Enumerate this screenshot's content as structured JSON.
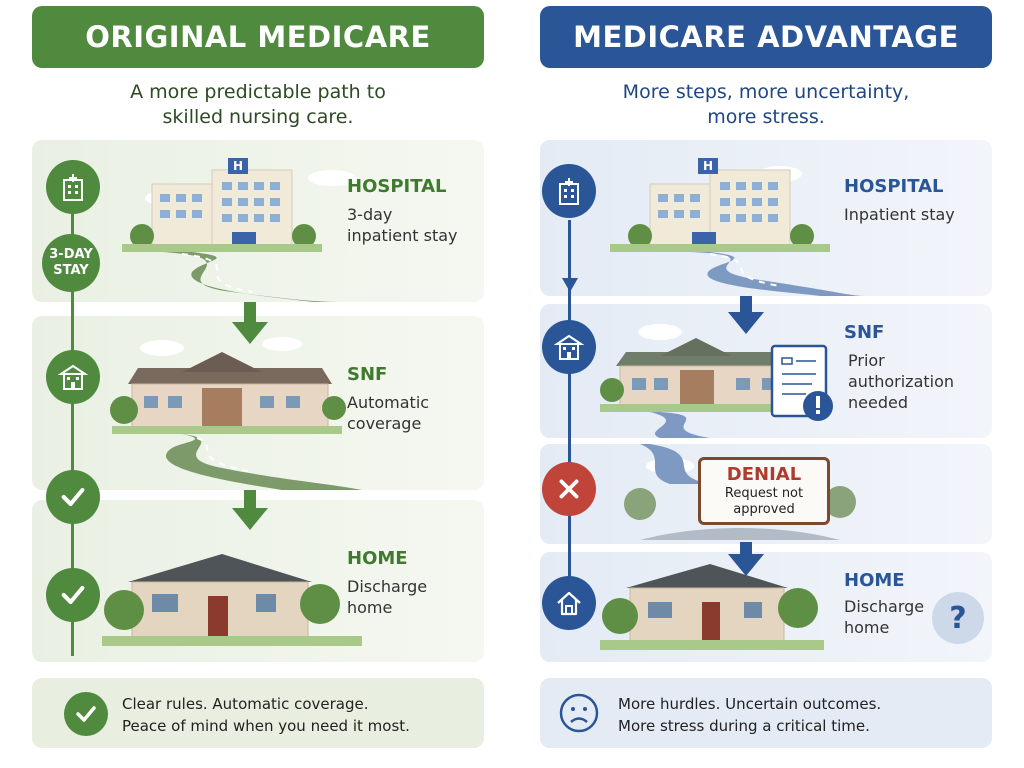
{
  "original": {
    "title": "ORIGINAL MEDICARE",
    "subtitle_line1": "A more predictable path to",
    "subtitle_line2": "skilled nursing care.",
    "stay_badge_line1": "3-DAY",
    "stay_badge_line2": "STAY",
    "steps": [
      {
        "title": "HOSPITAL",
        "desc_line1": "3-day",
        "desc_line2": "inpatient stay"
      },
      {
        "title": "SNF",
        "desc_line1": "Automatic",
        "desc_line2": "coverage"
      },
      {
        "title": "HOME",
        "desc_line1": "Discharge",
        "desc_line2": "home"
      }
    ],
    "footer_line1": "Clear rules. Automatic coverage.",
    "footer_line2": "Peace of mind when you need it most.",
    "icons": [
      "hospital-icon",
      "nursing-facility-icon",
      "check-icon",
      "check-icon"
    ]
  },
  "advantage": {
    "title": "MEDICARE ADVANTAGE",
    "subtitle_line1": "More steps, more uncertainty,",
    "subtitle_line2": "more stress.",
    "steps": [
      {
        "title": "HOSPITAL",
        "desc_line1": "Inpatient stay"
      },
      {
        "title": "SNF",
        "desc_line1": "Prior",
        "desc_line2": "authorization",
        "desc_line3": "needed"
      },
      {
        "title": "HOME",
        "desc_line1": "Discharge",
        "desc_line2": "home"
      }
    ],
    "denial": {
      "title": "DENIAL",
      "line1": "Request not",
      "line2": "approved"
    },
    "question_mark": "?",
    "footer_line1": "More hurdles. Uncertain outcomes.",
    "footer_line2": "More stress during a critical time.",
    "icons": [
      "hospital-icon",
      "nursing-facility-icon",
      "denied-x-icon",
      "house-icon",
      "document-alert-icon",
      "sad-face-icon"
    ]
  },
  "colors": {
    "green": "#4f8a3e",
    "blue": "#2a5596",
    "red": "#c0443a"
  }
}
